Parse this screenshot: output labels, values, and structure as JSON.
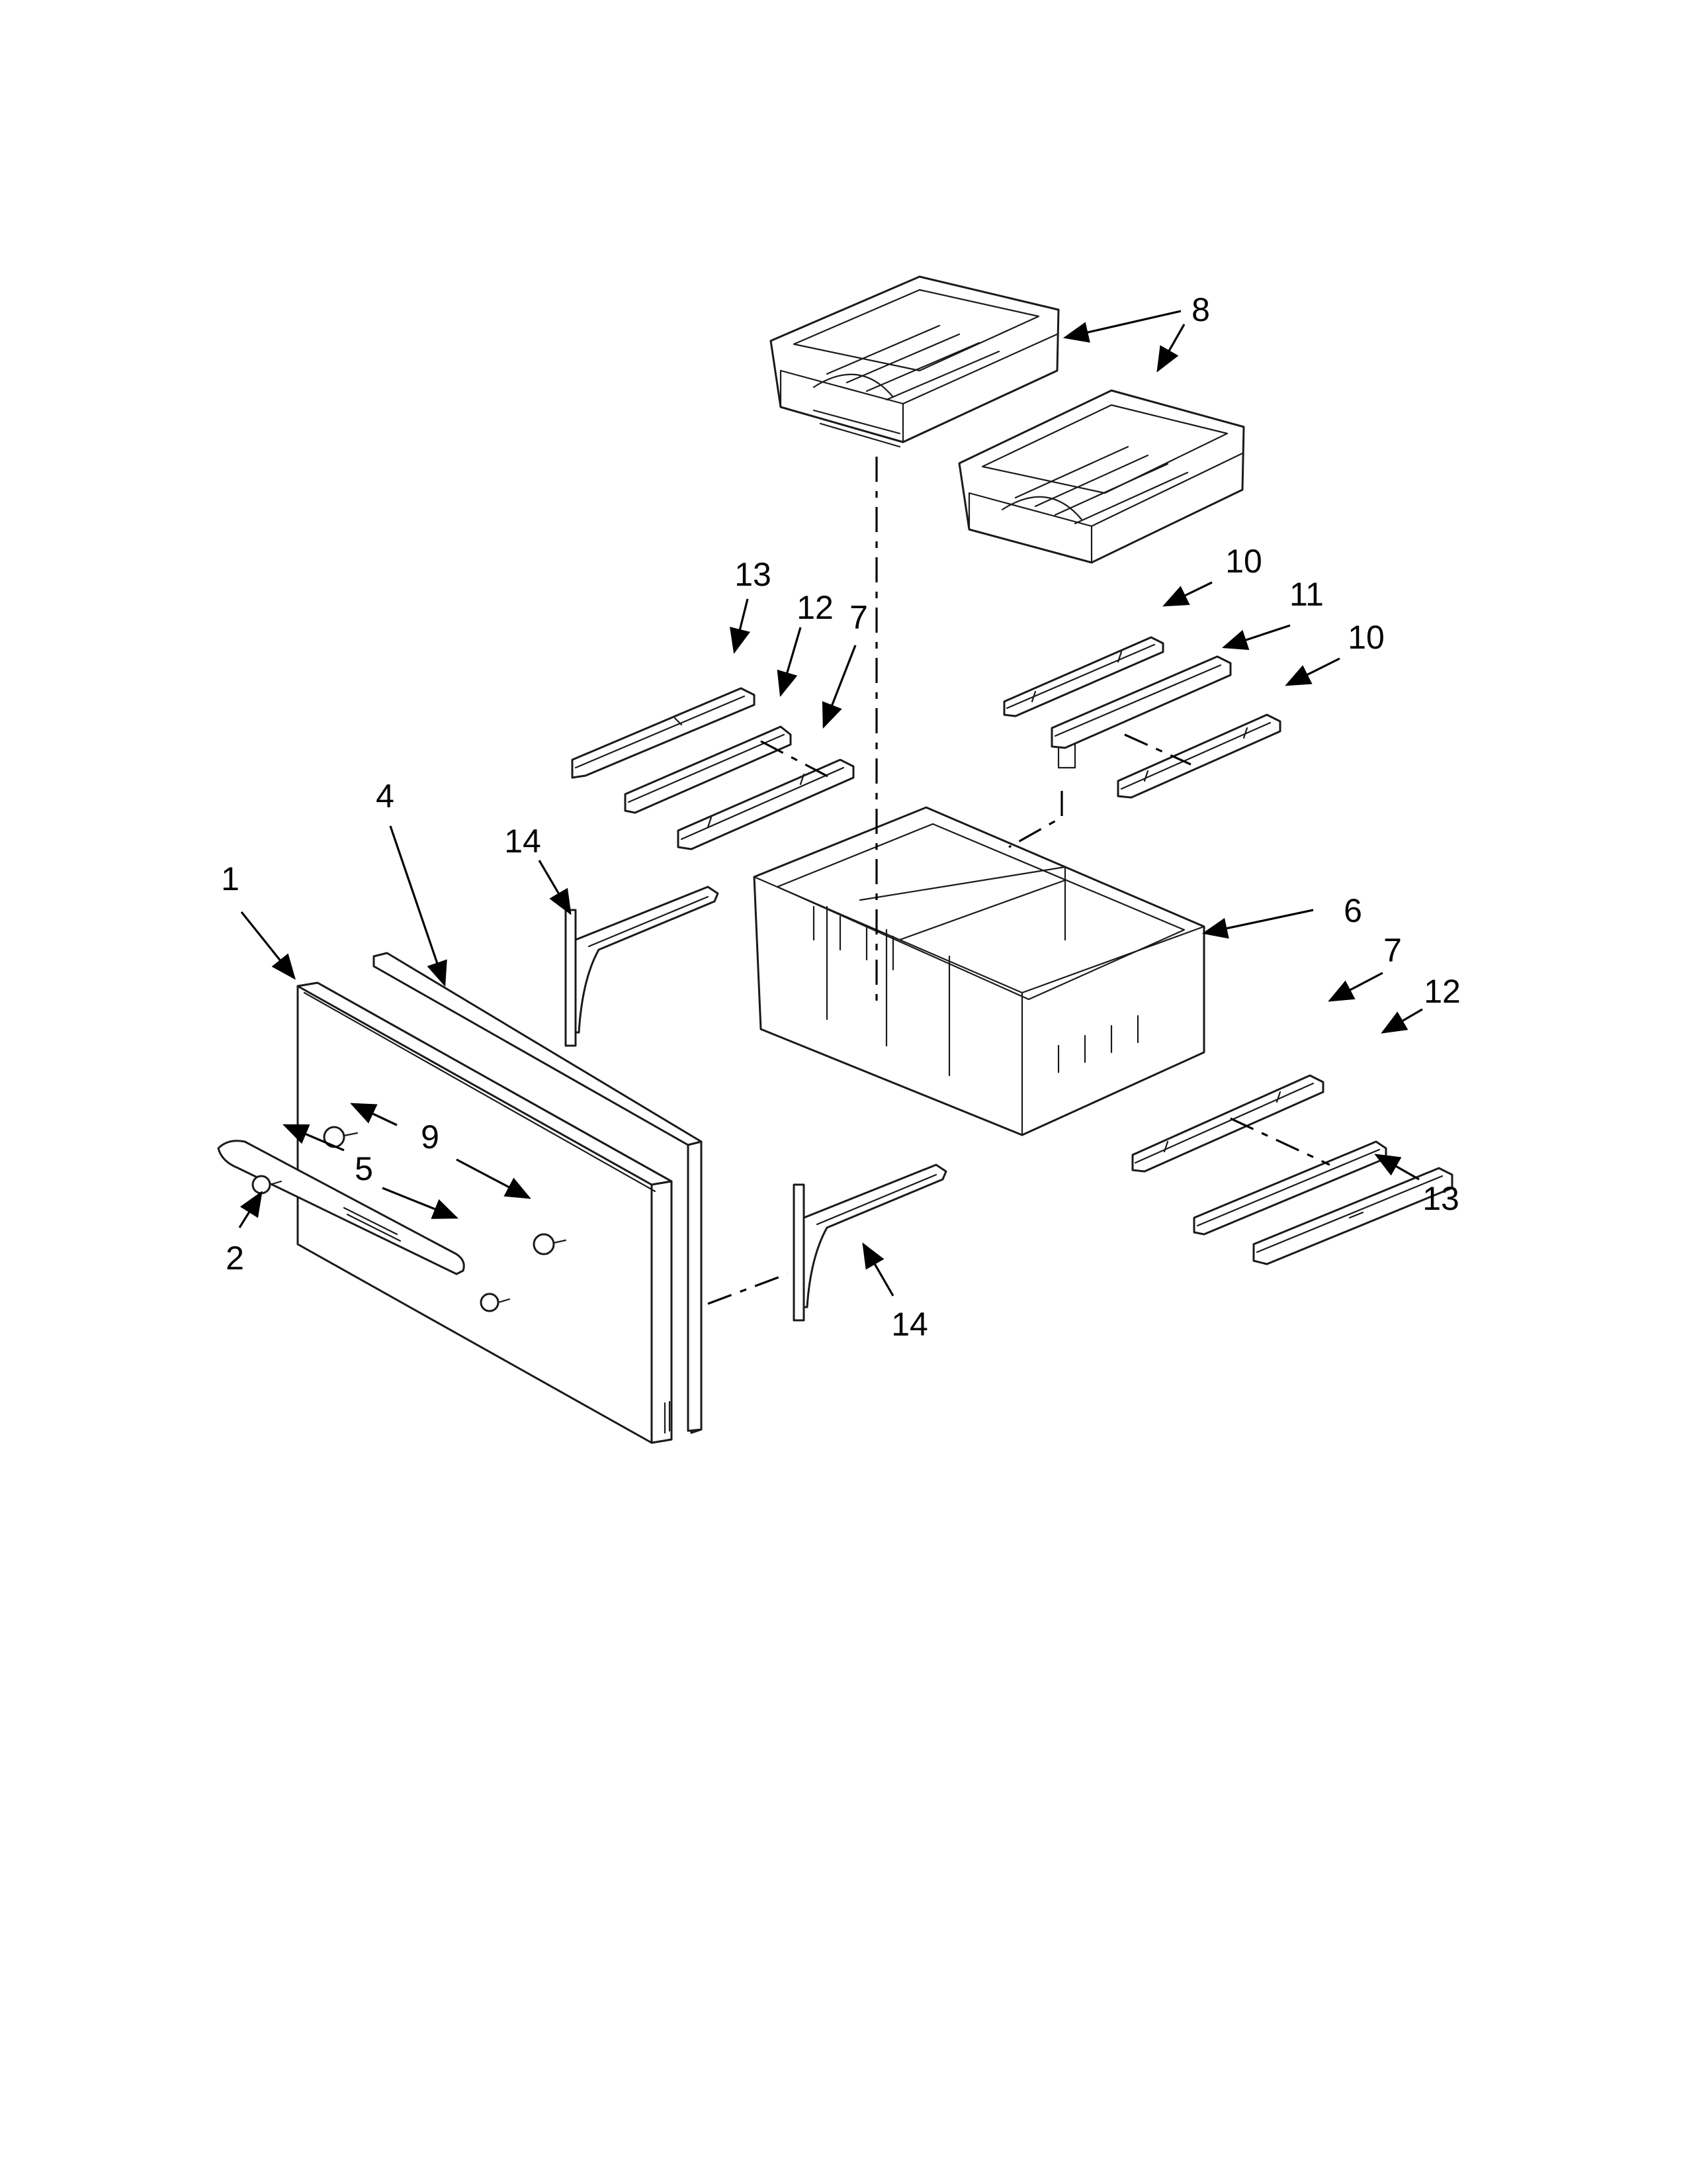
{
  "callouts": {
    "door_panel": "1",
    "handle": "2",
    "door_gasket": "4",
    "handle_screw": "5",
    "freezer_basket": "6",
    "slide_rail_left": "7",
    "slide_rail_right": "7",
    "upper_baskets": "8",
    "handle_mount": "9",
    "rail_top_a": "10",
    "rail_top_b": "10",
    "rail_center": "11",
    "rail_left_12": "12",
    "rail_right_12": "12",
    "rail_left_13": "13",
    "rail_right_13": "13",
    "bracket_left": "14",
    "bracket_right": "14"
  }
}
